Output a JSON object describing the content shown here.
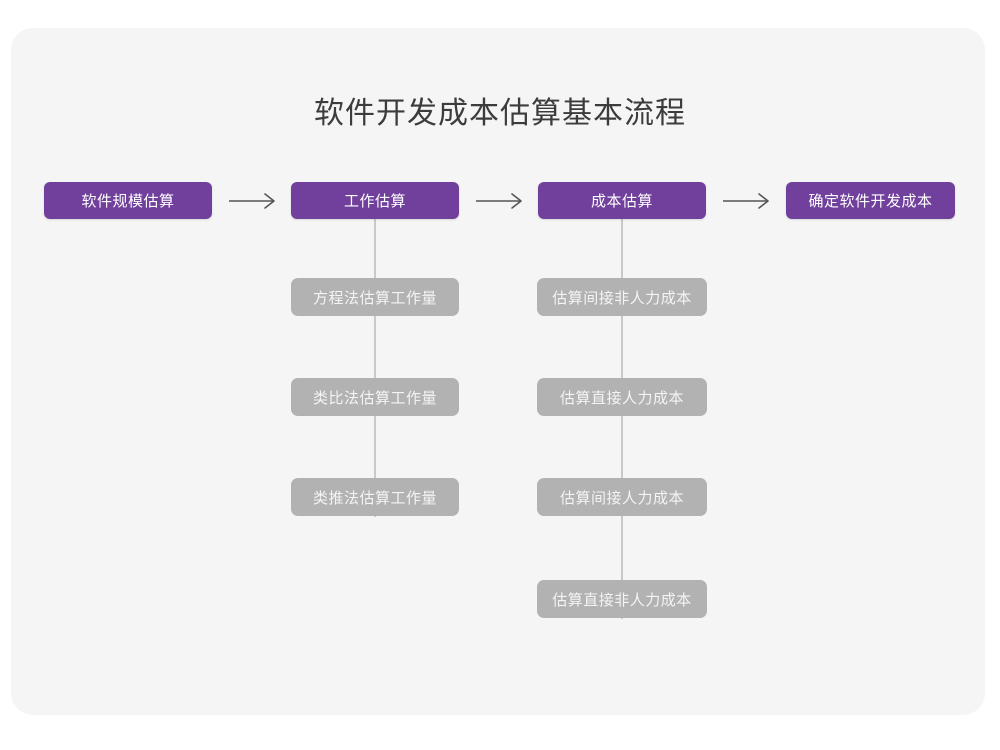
{
  "title": "软件开发成本估算基本流程",
  "colors": {
    "background": "#ffffff",
    "card": "#f5f5f5",
    "primary_node": "#71409c",
    "primary_node_text": "#ffffff",
    "secondary_node": "#b2b2b2",
    "secondary_node_text": "#f4f4f4",
    "connector_line": "#c9c9c9",
    "arrow": "#555555",
    "title_text": "#3c3c3c"
  },
  "flow": {
    "stages": [
      {
        "id": "stage-1",
        "label": "软件规模估算",
        "substeps": []
      },
      {
        "id": "stage-2",
        "label": "工作估算",
        "substeps": [
          "方程法估算工作量",
          "类比法估算工作量",
          "类推法估算工作量"
        ]
      },
      {
        "id": "stage-3",
        "label": "成本估算",
        "substeps": [
          "估算间接非人力成本",
          "估算直接人力成本",
          "估算间接人力成本",
          "估算直接非人力成本"
        ]
      },
      {
        "id": "stage-4",
        "label": "确定软件开发成本",
        "substeps": []
      }
    ],
    "connectors": [
      {
        "from": "stage-1",
        "to": "stage-2",
        "type": "arrow-right"
      },
      {
        "from": "stage-2",
        "to": "stage-3",
        "type": "arrow-right"
      },
      {
        "from": "stage-3",
        "to": "stage-4",
        "type": "arrow-right"
      }
    ]
  }
}
